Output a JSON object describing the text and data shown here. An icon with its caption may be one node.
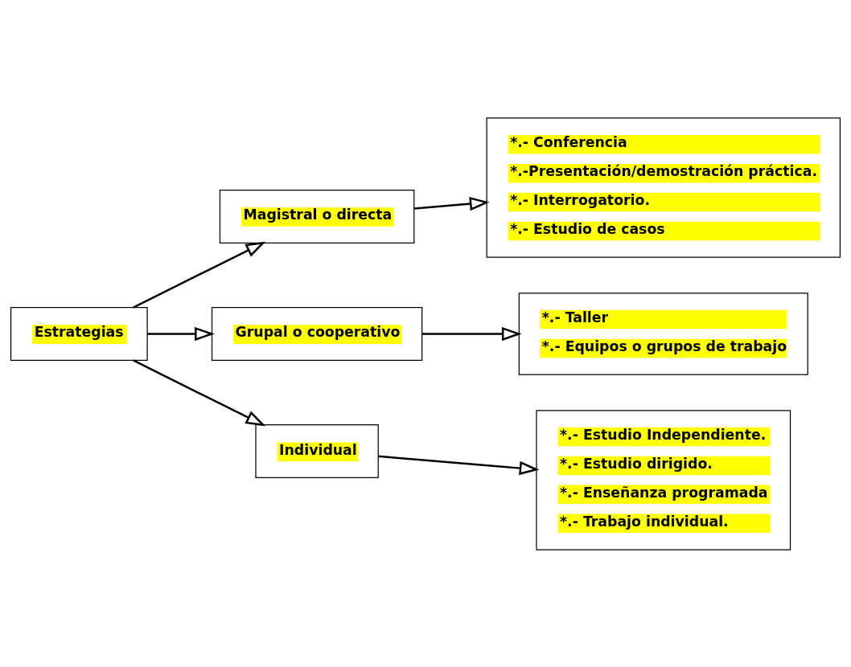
{
  "diagram": {
    "nodes": [
      {
        "text": [
          "Estrategias"
        ]
      },
      {
        "text": [
          "Magistral o directa"
        ]
      },
      {
        "text": [
          "Grupal o cooperativo"
        ]
      },
      {
        "text": [
          "Individual"
        ]
      },
      {
        "text": [
          "*.- Conferencia",
          "*.-Presentación/demostración práctica.",
          "*.- Interrogatorio.",
          "*.- Estudio de casos"
        ]
      },
      {
        "text": [
          "*.- Taller",
          "*.- Equipos o grupos de trabajo"
        ]
      },
      {
        "text": [
          "*.- Estudio Independiente.",
          "*.- Estudio dirigido.",
          "*.- Enseñanza programada",
          "*.- Trabajo individual."
        ]
      }
    ],
    "edges": [
      {
        "from": 0,
        "to": 1,
        "arrow": "to"
      },
      {
        "from": 0,
        "to": 2,
        "arrow": "to"
      },
      {
        "from": 0,
        "to": 3,
        "arrow": "to"
      },
      {
        "from": 1,
        "to": 4,
        "arrow": "to"
      },
      {
        "from": 2,
        "to": 5,
        "arrow": "to"
      },
      {
        "from": 3,
        "to": 6,
        "arrow": "to"
      }
    ]
  }
}
